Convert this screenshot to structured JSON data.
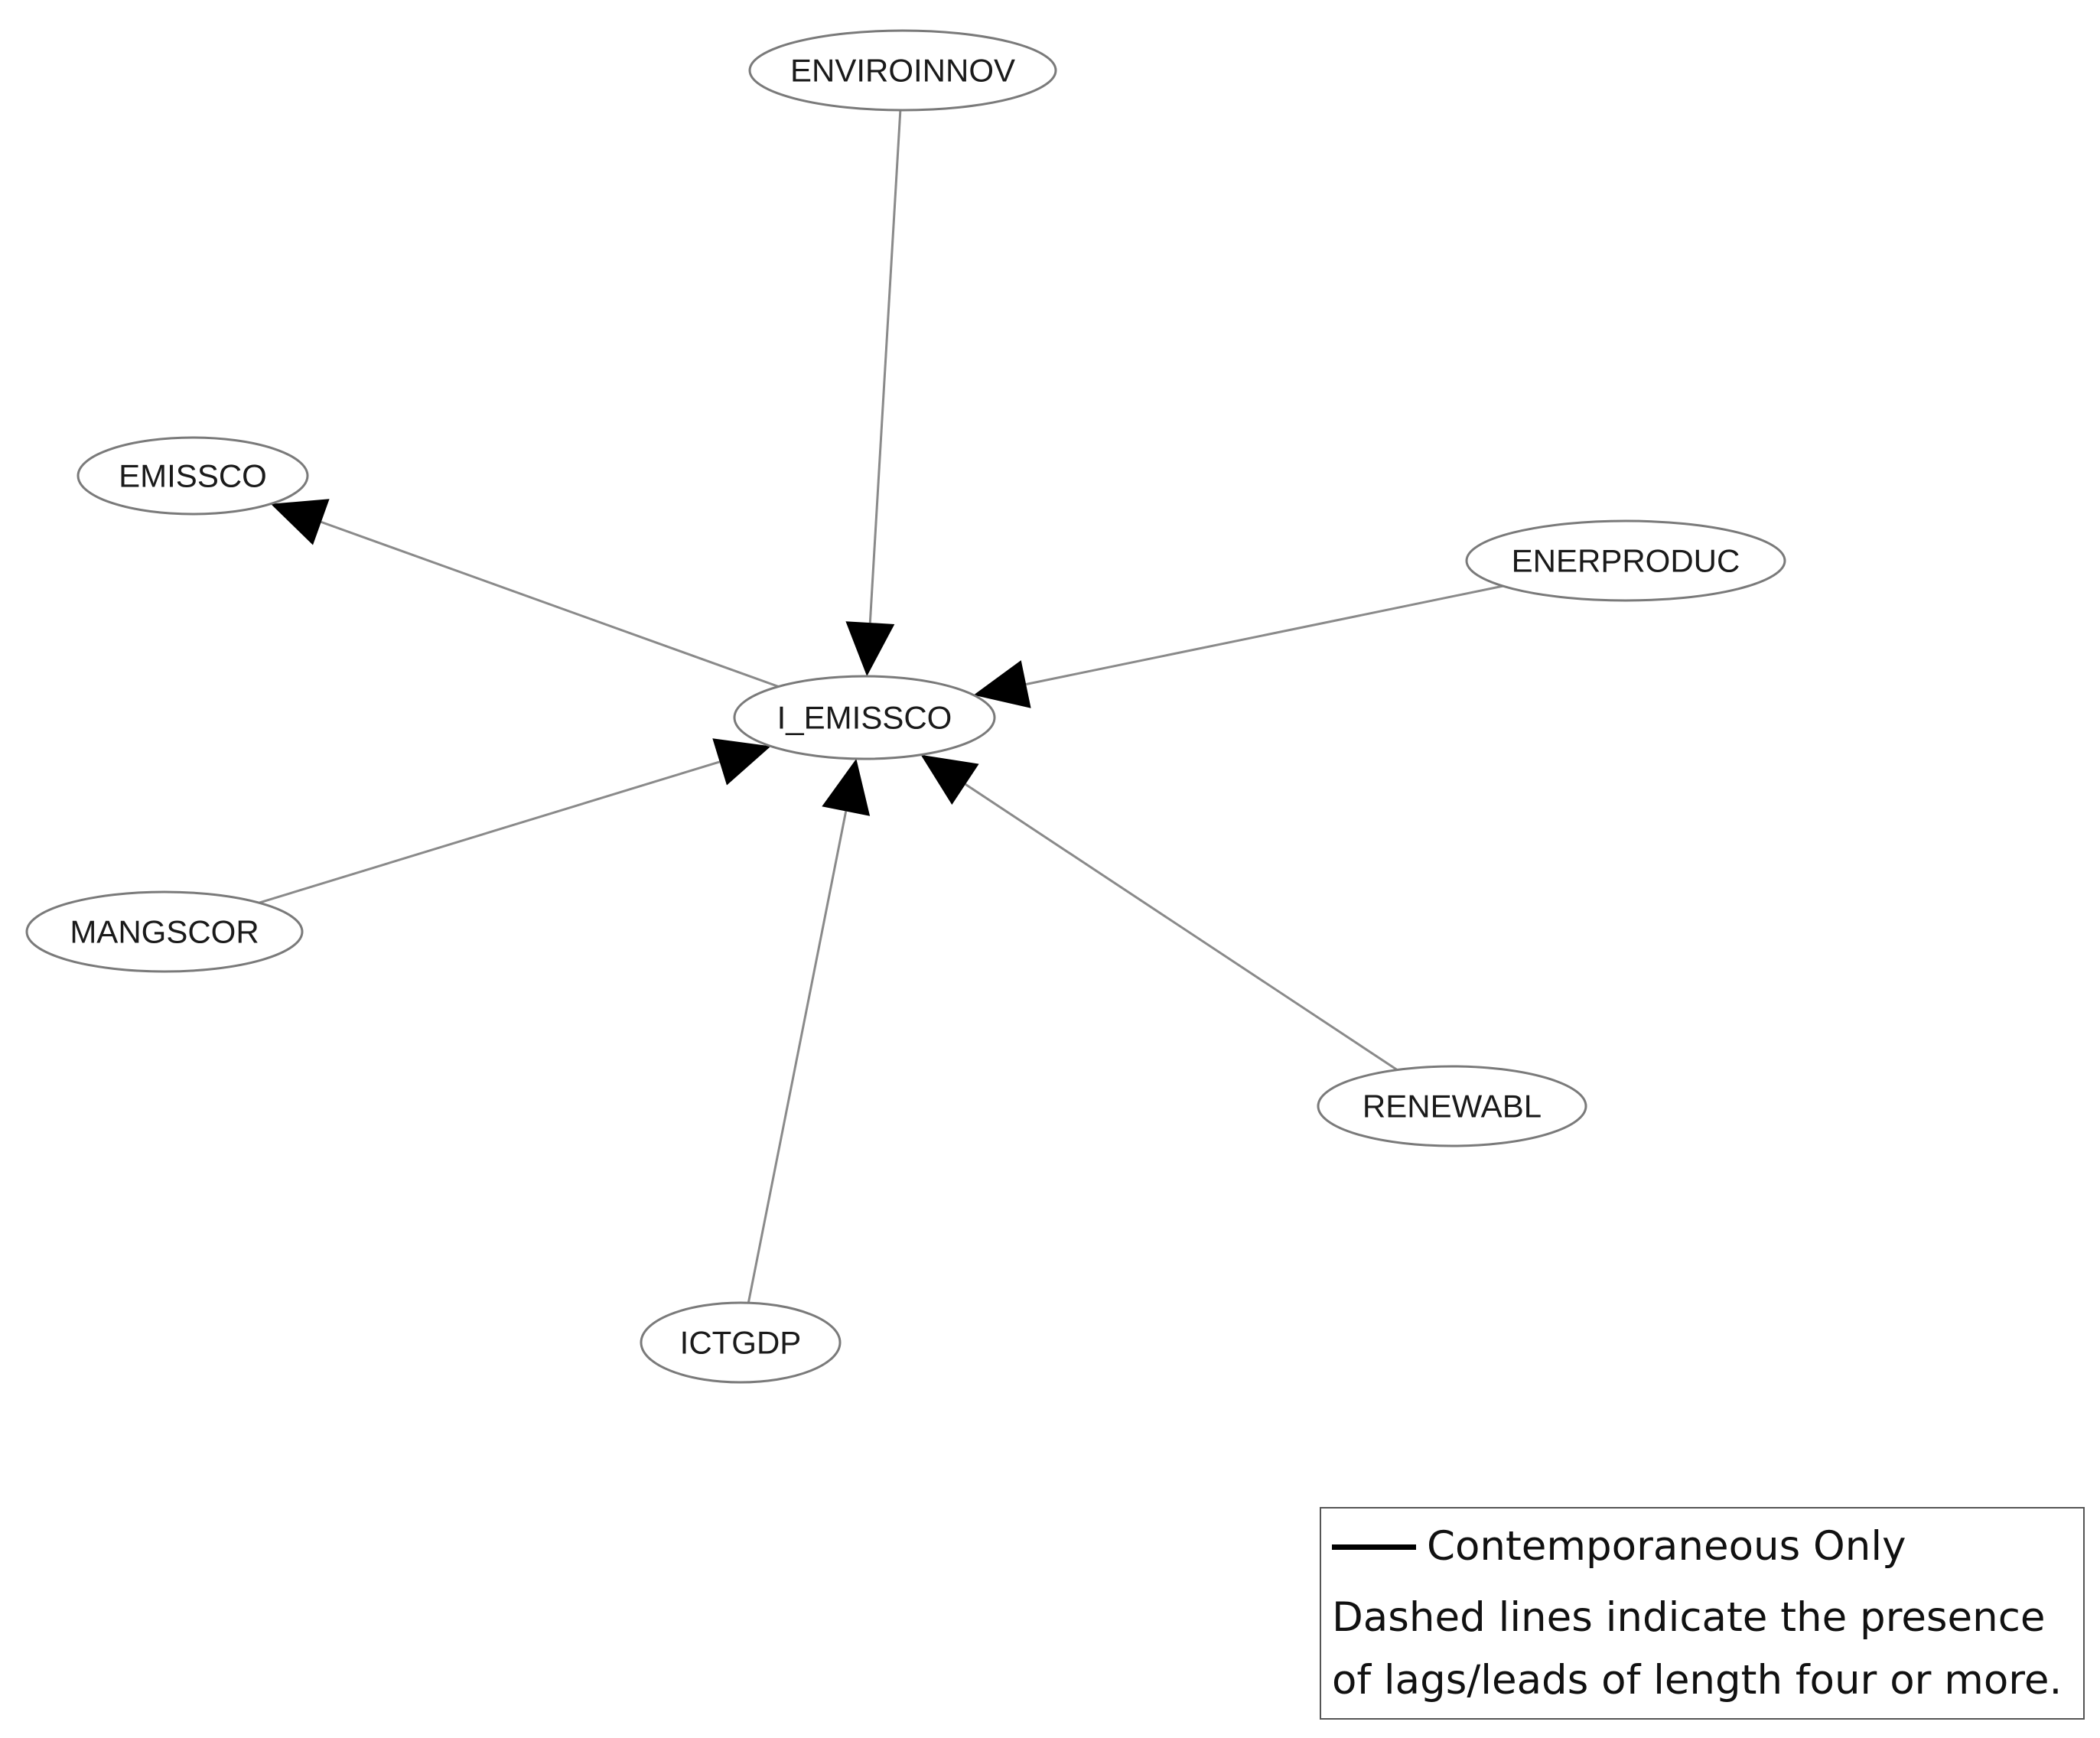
{
  "diagram": {
    "center": "I_EMISSCO",
    "nodes": [
      {
        "id": "enviroinnov",
        "label": "ENVIROINNOV"
      },
      {
        "id": "emissco",
        "label": "EMISSCO"
      },
      {
        "id": "enerproduc",
        "label": "ENERPRODUC"
      },
      {
        "id": "i_emissco",
        "label": "I_EMISSCO"
      },
      {
        "id": "mangscor",
        "label": "MANGSCOR"
      },
      {
        "id": "renewabl",
        "label": "RENEWABL"
      },
      {
        "id": "ictgdp",
        "label": "ICTGDP"
      }
    ],
    "edges": [
      {
        "from": "enviroinnov",
        "to": "i_emissco",
        "style": "solid"
      },
      {
        "from": "i_emissco",
        "to": "emissco",
        "style": "solid"
      },
      {
        "from": "enerproduc",
        "to": "i_emissco",
        "style": "solid"
      },
      {
        "from": "mangscor",
        "to": "i_emissco",
        "style": "solid"
      },
      {
        "from": "ictgdp",
        "to": "i_emissco",
        "style": "solid"
      },
      {
        "from": "renewabl",
        "to": "i_emissco",
        "style": "solid"
      }
    ]
  },
  "legend": {
    "solid_label": "Contemporaneous Only",
    "note_line1": "Dashed lines indicate the presence",
    "note_line2": "of lags/leads of length four or more."
  },
  "colors": {
    "arrow": "#000000",
    "edge": "#8a8a8a",
    "node_border": "#7a7a7a"
  }
}
